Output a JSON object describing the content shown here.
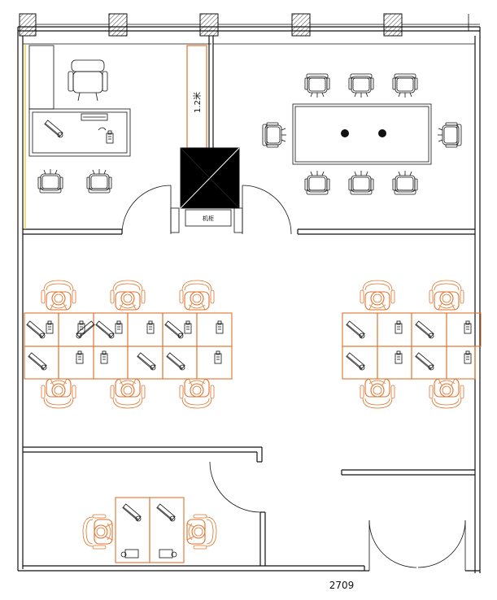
{
  "plan": {
    "dimension_label": "2709",
    "width_label": "1.2米",
    "cabinet_label": "机柜"
  }
}
